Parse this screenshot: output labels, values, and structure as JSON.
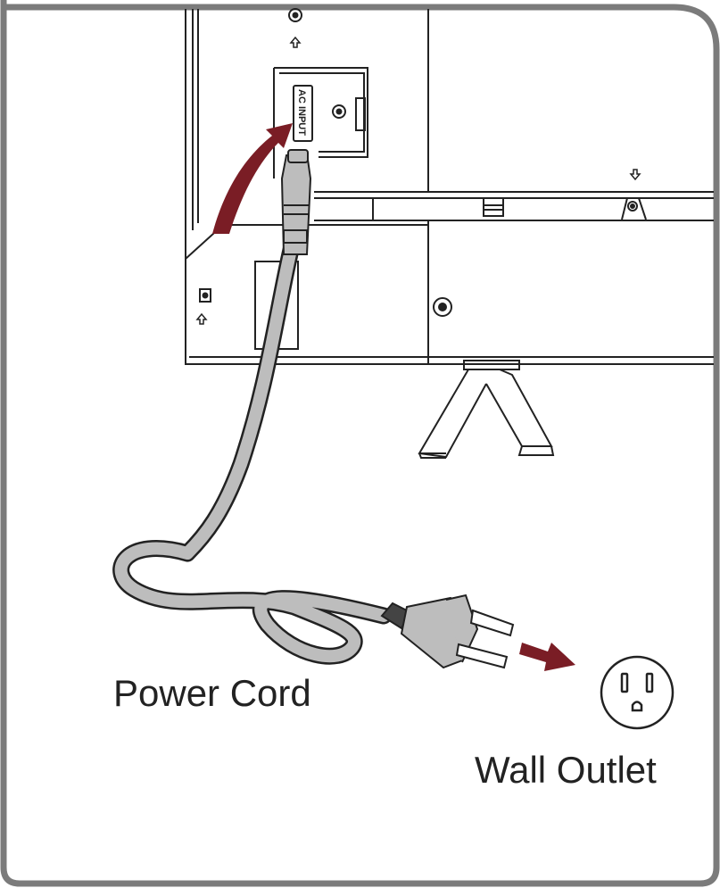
{
  "labels": {
    "port": "AC INPUT",
    "cord": "Power Cord",
    "outlet": "Wall Outlet"
  },
  "icons": [
    "screw-icon",
    "up-arrow-icon",
    "down-arrow-icon",
    "plug-arrow-icon",
    "insert-arrow-icon",
    "outlet-icon"
  ],
  "colors": {
    "line": "#222222",
    "cord_fill": "#bdbdbd",
    "arrow": "#7a1d25",
    "frame": "#7b7b7b"
  }
}
